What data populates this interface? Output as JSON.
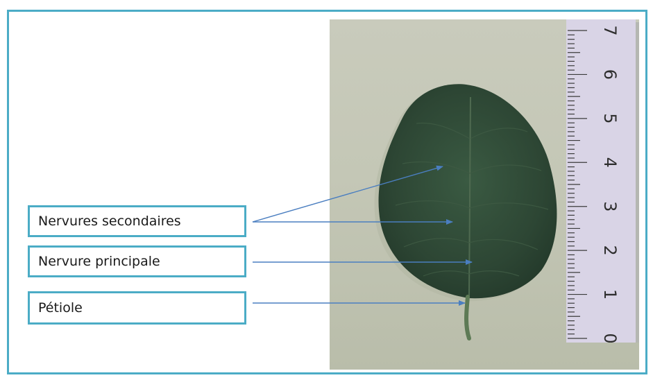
{
  "labels": {
    "secondary_veins": "Nervures secondaires",
    "main_vein": "Nervure principale",
    "petiole": "Pétiole"
  },
  "ruler": {
    "numbers": [
      "0",
      "1",
      "2",
      "3",
      "4",
      "5",
      "6",
      "7"
    ]
  },
  "colors": {
    "frame_border": "#4bacc6",
    "arrow": "#4a7ec0",
    "leaf": "#2f4a36"
  }
}
